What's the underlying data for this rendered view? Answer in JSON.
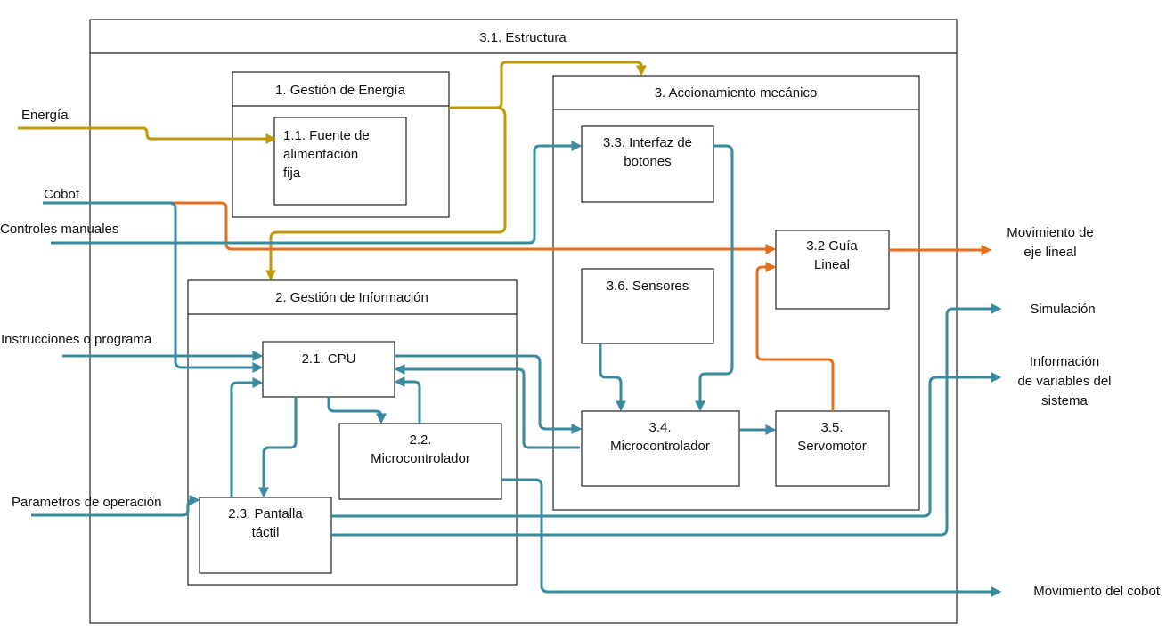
{
  "colors": {
    "gold": "#c09808",
    "teal": "#3a8aa0",
    "orange": "#e2701f",
    "line": "#222222"
  },
  "structure": {
    "title": "3.1. Estructura"
  },
  "energia_block": {
    "title": "1. Gestión de Energía"
  },
  "fuente": {
    "lines": [
      "1.1. Fuente de",
      "alimentación",
      "fija"
    ]
  },
  "mecanico_block": {
    "title": "3. Accionamiento mecánico"
  },
  "interfaz": {
    "lines": [
      "3.3. Interfaz de",
      "botones"
    ]
  },
  "guia": {
    "lines": [
      "3.2 Guía",
      "Lineal"
    ]
  },
  "sensores": {
    "label": "3.6. Sensores"
  },
  "micro34": {
    "lines": [
      "3.4.",
      "Microcontrolador"
    ]
  },
  "servo": {
    "lines": [
      "3.5.",
      "Servomotor"
    ]
  },
  "info_block": {
    "title": "2. Gestión de Información"
  },
  "cpu": {
    "label": "2.1. CPU"
  },
  "micro22": {
    "lines": [
      "2.2.",
      "Microcontrolador"
    ]
  },
  "pantalla": {
    "lines": [
      "2.3. Pantalla",
      "táctil"
    ]
  },
  "inputs": {
    "energia": "Energía",
    "cobot": "Cobot",
    "controles": "Controles manuales",
    "instrucciones": "Instrucciones o programa",
    "parametros": "Parametros de operación"
  },
  "outputs": {
    "movimiento_eje": [
      "Movimiento de",
      "eje lineal"
    ],
    "simulacion": "Simulación",
    "informacion": [
      "Información",
      "de variables del",
      "sistema"
    ],
    "movimiento_cobot": "Movimiento del cobot"
  }
}
